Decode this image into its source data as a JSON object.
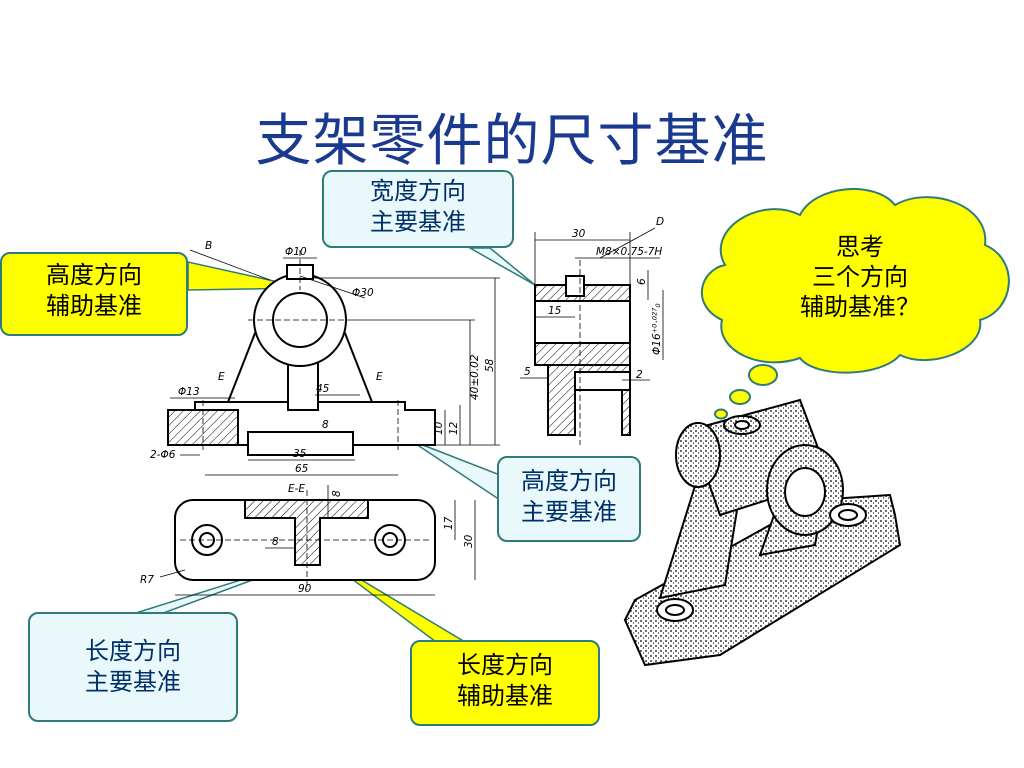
{
  "title": "支架零件的尺寸基准",
  "callouts": {
    "width_main": [
      "宽度方向",
      "主要基准"
    ],
    "height_aux": [
      "高度方向",
      "辅助基准"
    ],
    "height_main": [
      "高度方向",
      "主要基准"
    ],
    "length_main": [
      "长度方向",
      "主要基准"
    ],
    "length_aux": [
      "长度方向",
      "辅助基准"
    ]
  },
  "thought": [
    "思考",
    "三个方向",
    "辅助基准？"
  ],
  "drawing_labels": {
    "B": "B",
    "D": "D",
    "phi10": "Φ10",
    "phi30": "Φ30",
    "phi13": "Φ13",
    "E_left": "E",
    "E_right": "E",
    "n45": "45",
    "n8": "8",
    "n35": "35",
    "two_phi6": "2-Φ6",
    "n65": "65",
    "n40": "40±0.02",
    "n58": "58",
    "n10": "10",
    "n12": "12",
    "n30_top": "30",
    "thread": "M8×0.75-7H",
    "n6": "6",
    "n15": "15",
    "phi16": "Φ16⁺⁰·⁰²⁷₀",
    "n5": "5",
    "n2": "2",
    "EE": "E-E",
    "n8_b": "8",
    "n17": "17",
    "n30_side": "30",
    "n8_c": "8",
    "R7": "R7",
    "n90": "90"
  },
  "colors": {
    "title": "#1a3a8f",
    "aux_fill": "#ffff00",
    "main_fill": "#e8f8fb",
    "border": "#2f7a7a",
    "cloud": "#ffff00"
  }
}
